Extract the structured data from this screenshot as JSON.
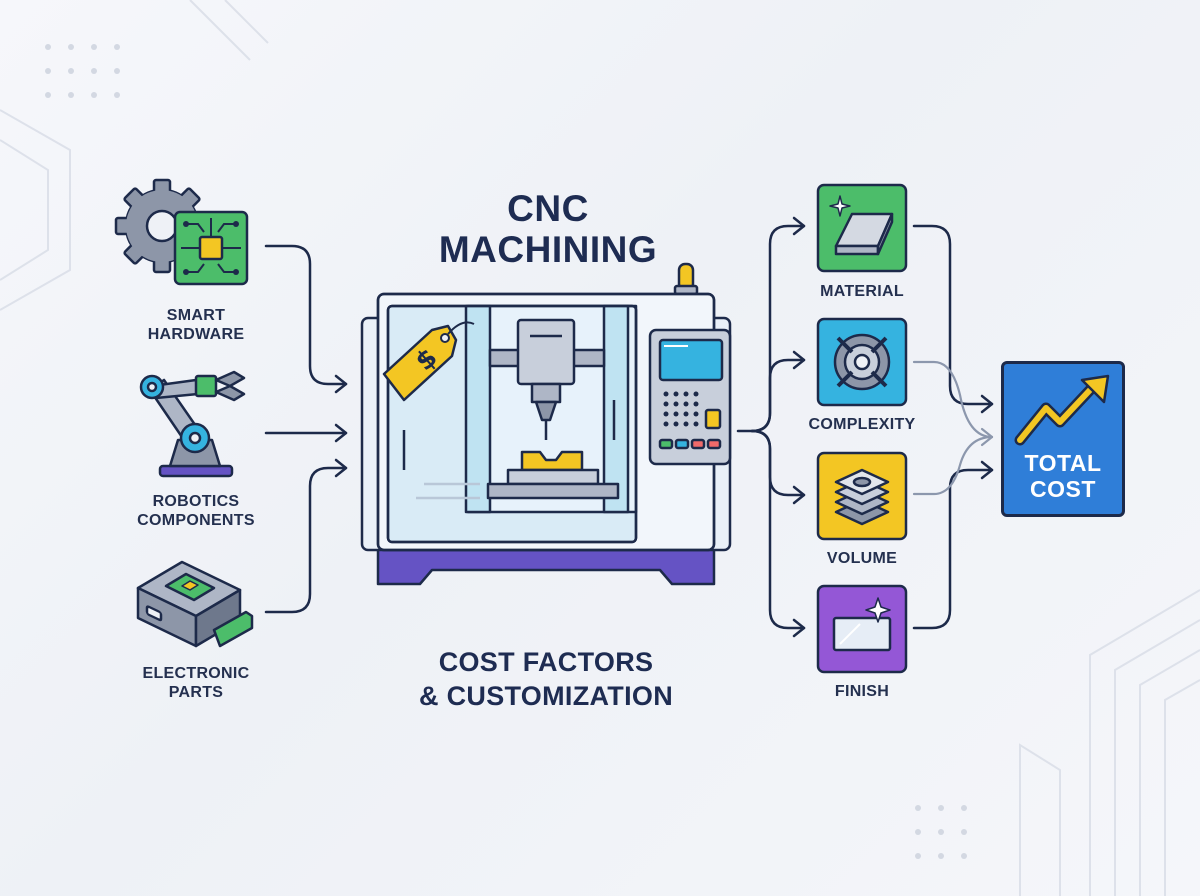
{
  "title": {
    "line1": "CNC",
    "line2": "MACHINING"
  },
  "subtitle": {
    "line1": "COST FACTORS",
    "line2": "& CUSTOMIZATION"
  },
  "inputs": [
    {
      "line1": "SMART",
      "line2": "HARDWARE",
      "icon": "gear-circuit-icon"
    },
    {
      "line1": "ROBOTICS",
      "line2": "COMPONENTS",
      "icon": "robot-arm-icon"
    },
    {
      "line1": "ELECTRONIC",
      "line2": "PARTS",
      "icon": "electronic-module-icon"
    }
  ],
  "factors": [
    {
      "label": "MATERIAL",
      "icon": "metal-bar-icon",
      "color": "#4cbd6a"
    },
    {
      "label": "COMPLEXITY",
      "icon": "complex-part-icon",
      "color": "#35b3e0"
    },
    {
      "label": "VOLUME",
      "icon": "stacked-layers-icon",
      "color": "#f3c623"
    },
    {
      "label": "FINISH",
      "icon": "sparkle-surface-icon",
      "color": "#9457d6"
    }
  ],
  "output": {
    "line1": "TOTAL",
    "line2": "COST",
    "icon": "rising-trend-arrow-icon",
    "color": "#2f7ed8"
  },
  "machine": {
    "icon": "cnc-machine-icon",
    "tag_icon": "price-tag-icon",
    "tag_symbol": "$"
  },
  "colors": {
    "outline": "#1d2a4a",
    "base": "#6553c4",
    "accent_yellow": "#f3c623"
  }
}
